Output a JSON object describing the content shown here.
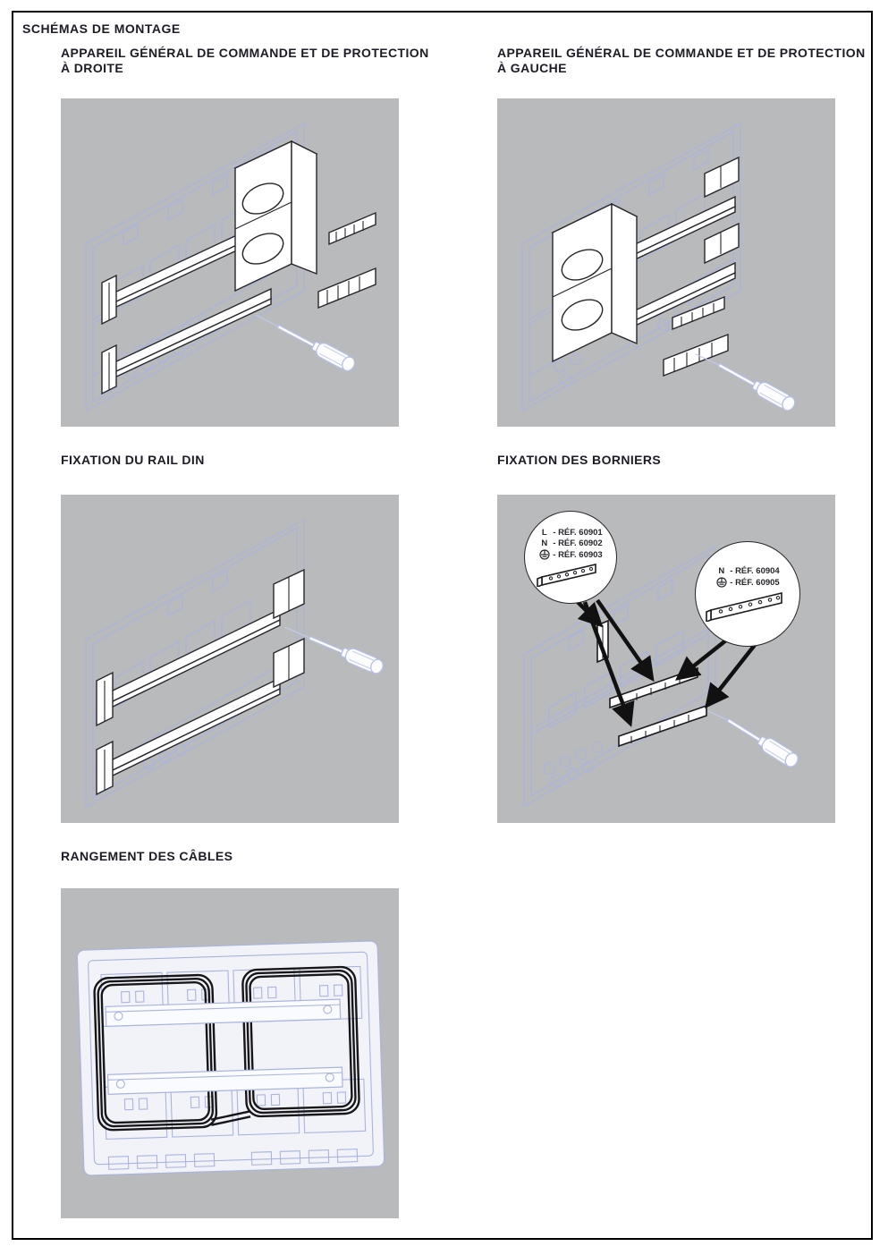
{
  "page_title": "SCHÉMAS DE MONTAGE",
  "sections": {
    "agcp_right": {
      "heading_line1": "APPAREIL GÉNÉRAL DE COMMANDE ET DE PROTECTION",
      "heading_line2": "À DROITE"
    },
    "agcp_left": {
      "heading_line1": "APPAREIL GÉNÉRAL DE COMMANDE ET DE PROTECTION",
      "heading_line2": "À GAUCHE"
    },
    "din_rail": {
      "heading": "FIXATION DU RAIL DIN"
    },
    "terminal_blocks": {
      "heading": "FIXATION DES BORNIERS"
    },
    "cable_storage": {
      "heading": "RANGEMENT DES CÂBLES"
    }
  },
  "callouts": {
    "left_balloon": {
      "lines": [
        {
          "symbol": "L",
          "label": "- RÉF. 60901"
        },
        {
          "symbol": "N",
          "label": "- RÉF. 60902"
        },
        {
          "symbol": "earth-icon",
          "label": "- RÉF. 60903"
        }
      ]
    },
    "right_balloon": {
      "lines": [
        {
          "symbol": "N",
          "label": "- RÉF. 60904"
        },
        {
          "symbol": "earth-icon",
          "label": "- RÉF. 60905"
        }
      ]
    }
  },
  "colors": {
    "panel_gray": "#b9babc",
    "line_blue": "#aab4dc",
    "ink": "#1c1c26"
  }
}
